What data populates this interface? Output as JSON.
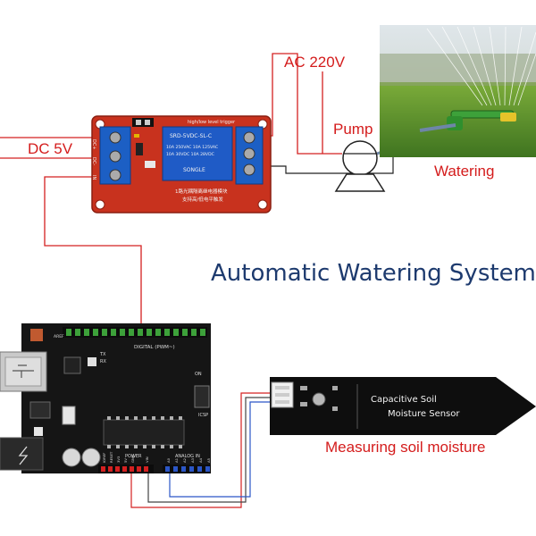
{
  "title": "Automatic Watering System",
  "labels": {
    "dc_supply": "DC 5V",
    "ac_supply": "AC 220V",
    "pump": "Pump",
    "watering": "Watering",
    "measuring": "Measuring soil moisture"
  },
  "relay_module": {
    "relay_brand": "SONGLE",
    "relay_model": "SRD-5VDC-SL-C",
    "rating_line1": "10A 250VAC  10A 125VAC",
    "rating_line2": "10A 30VDC   10A 28VDC",
    "trigger_label": "high/low level trigger",
    "module_line1": "1路光耦隔离继电器模块",
    "module_line2": "支持高/低电平触发",
    "pin_dc_plus": "DC+",
    "pin_dc_minus": "DC-",
    "pin_in": "IN"
  },
  "sensor": {
    "line1": "Capacitive Soil",
    "line2": "Moisture Sensor"
  },
  "arduino": {
    "digital_label": "DIGITAL (PWM~)",
    "power_label": "POWER",
    "analog_label": "ANALOG IN",
    "icsp_label": "ICSP",
    "on_label": "ON",
    "tx_label": "TX",
    "rx_label": "RX",
    "aref_label": "AREF",
    "ioref_label": "IOREF",
    "reset_label": "RESET",
    "v33_label": "3V3",
    "v5_label": "5V",
    "gnd_label": "GND",
    "vin_label": "VIN",
    "a0_label": "A0",
    "a1_label": "A1",
    "a2_label": "A2",
    "a3_label": "A3",
    "a4_label": "A4",
    "a5_label": "A5"
  },
  "colors": {
    "wire_red": "#d42020",
    "title_blue": "#1d3a6e",
    "relay_board": "#c8321e",
    "relay_blue": "#1c5fc4",
    "arduino_black": "#151515",
    "sensor_black": "#0e0e0e"
  }
}
